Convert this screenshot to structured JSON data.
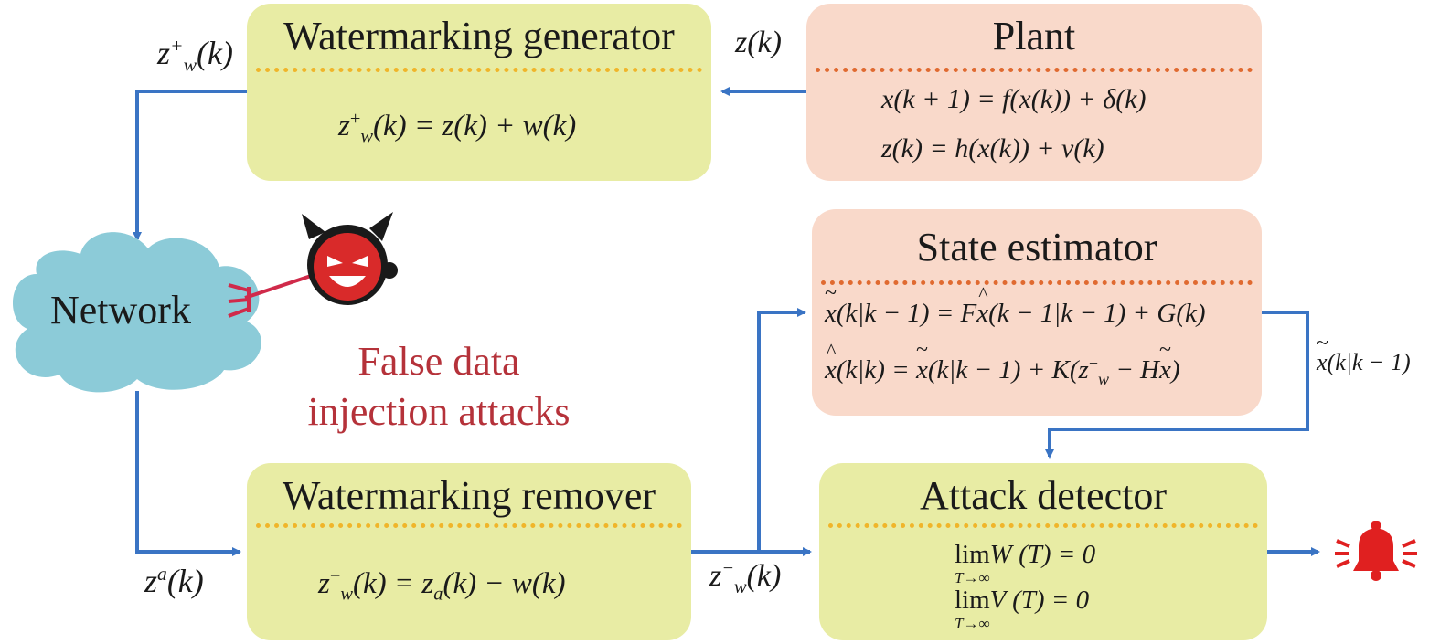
{
  "blocks": {
    "watermark_generator": {
      "title": "Watermarking generator",
      "eq": {
        "lhs": "z",
        "sub": "w",
        "sup": "+",
        "arg": "(k)",
        "rhs": " = z(k) + w(k)"
      }
    },
    "plant": {
      "title": "Plant",
      "eq1": "x(k + 1) = f(x(k)) + δ(k)",
      "eq2": "z(k) = h(x(k)) + v(k)"
    },
    "state_estimator": {
      "title": "State estimator",
      "eq1_a": "(k|k − 1) = F",
      "eq1_b": "(k − 1|k − 1) + G(k)",
      "eq2_a": "(k|k) = ",
      "eq2_b": "(k|k − 1) + K(z",
      "eq2_c": " − H",
      "eq2_d": ")"
    },
    "watermark_remover": {
      "title": "Watermarking remover",
      "eq": {
        "lhs": "z",
        "sub": "w",
        "sup": "−",
        "arg": "(k)",
        "rhs_a": " = z",
        "rhs_sub": "a",
        "rhs_b": "(k) − w(k)"
      }
    },
    "attack_detector": {
      "title": "Attack detector",
      "lim_word": "lim",
      "lim_sub": "T→∞",
      "eq1": "W (T) = 0",
      "eq2": "V (T) = 0"
    }
  },
  "network": {
    "label": "Network"
  },
  "attack": {
    "line1": "False data",
    "line2": "injection attacks"
  },
  "signals": {
    "z_plus_w": {
      "base": "z",
      "sub": "w",
      "sup": "+",
      "arg": "(k)"
    },
    "z_k": "z(k)",
    "z_a": {
      "base": "z",
      "sup": "a",
      "arg": "(k)"
    },
    "z_minus_w": {
      "base": "z",
      "sub": "w",
      "sup": "−",
      "arg": "(k)"
    },
    "x_tilde": "(k|k − 1)"
  },
  "colors": {
    "yellow_block": "#e8eca4",
    "peach_block": "#f9d9ca",
    "arrow": "#3a74c4",
    "attack_text": "#b5323a",
    "cloud": "#8ccbd8",
    "alarm": "#e02020"
  }
}
